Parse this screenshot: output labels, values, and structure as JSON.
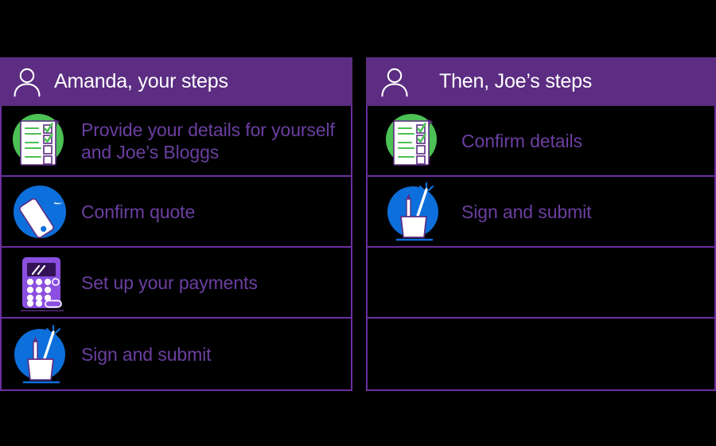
{
  "theme": {
    "background": "#000000",
    "header_purple": "#5C2D82",
    "border_purple": "#6B2FA0",
    "text_purple": "#6B3FA0",
    "header_text": "#FFFFFF",
    "icon_green": "#4CC155",
    "icon_blue": "#0D6FDB",
    "icon_violet": "#8A4FE0",
    "icon_white": "#FFFFFF"
  },
  "panels": [
    {
      "id": "amanda",
      "header": {
        "icon": "person-icon",
        "title": "Amanda, your steps"
      },
      "rows": [
        {
          "icon": "checklist-icon",
          "label": "Provide your details for yourself and Joe’s Bloggs"
        },
        {
          "icon": "mobile-icon",
          "label": "Confirm quote"
        },
        {
          "icon": "calculator-icon",
          "label": "Set up your payments"
        },
        {
          "icon": "pen-cup-icon",
          "label": "Sign and submit"
        }
      ]
    },
    {
      "id": "joe",
      "header": {
        "icon": "person-icon",
        "title": "Then, Joe’s steps"
      },
      "rows": [
        {
          "icon": "checklist-icon",
          "label": "Confirm details"
        },
        {
          "icon": "pen-cup-icon",
          "label": "Sign and submit"
        },
        {
          "icon": "",
          "label": ""
        },
        {
          "icon": "",
          "label": ""
        }
      ]
    }
  ]
}
